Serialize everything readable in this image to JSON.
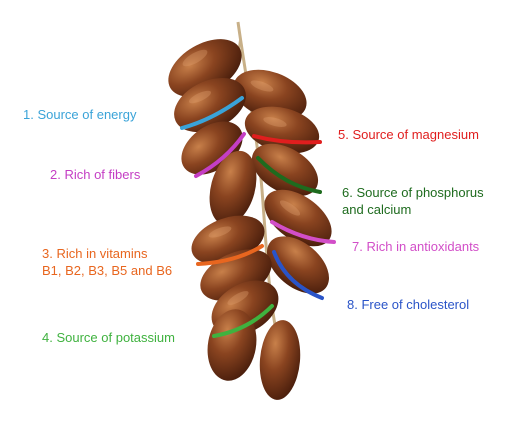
{
  "labels": {
    "l1": "1. Source of energy",
    "l2": "2. Rich of fibers",
    "l3a": "3. Rich in vitamins",
    "l3b": "B1, B2, B3, B5 and B6",
    "l4": "4. Source of potassium",
    "l5": "5. Source of magnesium",
    "l6a": "6. Source of phosphorus",
    "l6b": "and calcium",
    "l7": "7. Rich in antioxidants",
    "l8": "8. Free of cholesterol"
  },
  "colors": {
    "energy": "#3aa3d8",
    "fibers": "#c43ec4",
    "vitamins": "#e8661f",
    "potassium": "#3fb23f",
    "magnesium": "#e01e1e",
    "phosphorus": "#1e6b1e",
    "antioxidants": "#d24ec8",
    "cholesterol": "#2a54c8",
    "date_fill": "#7a3a1a",
    "date_highlight": "#b8703c",
    "stem": "#c8b088"
  }
}
